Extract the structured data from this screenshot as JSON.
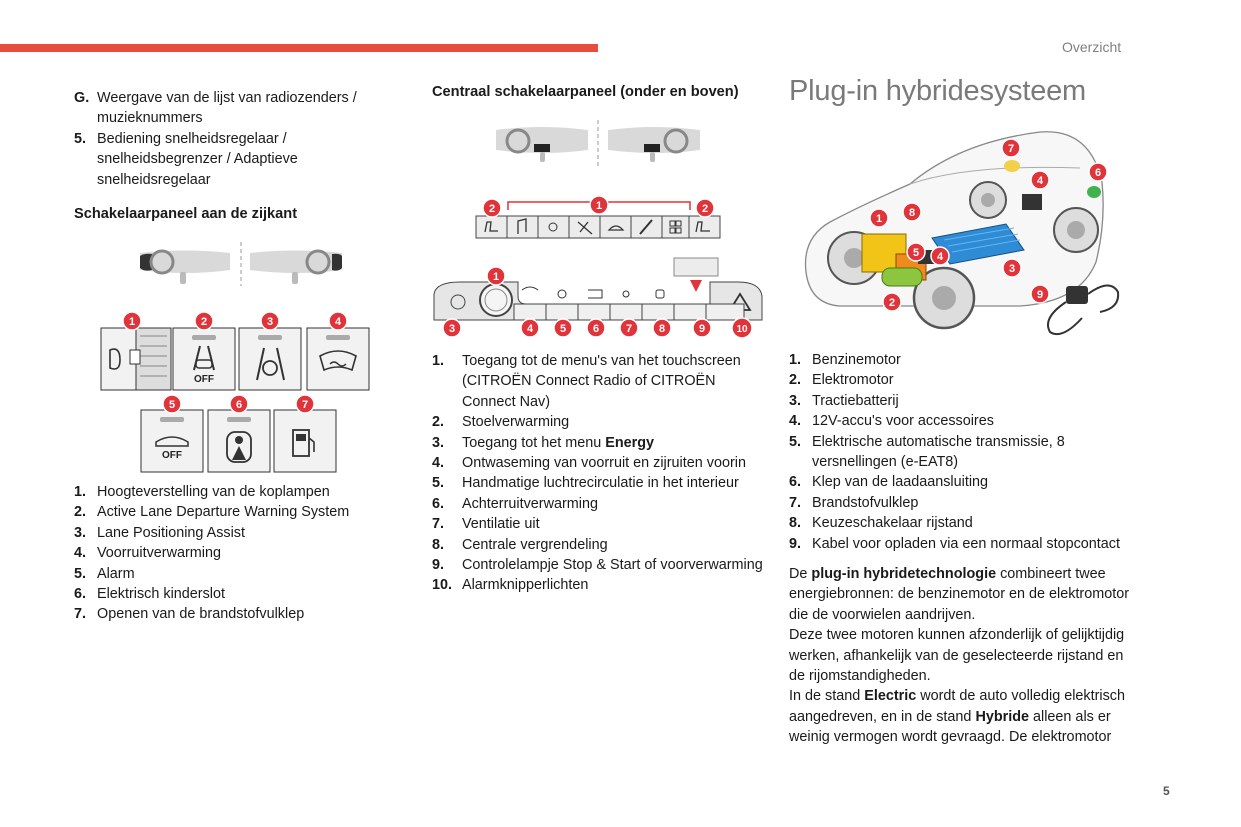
{
  "header": {
    "section": "Overzicht",
    "accent_color": "#e84c3d"
  },
  "page_number": "5",
  "col1": {
    "top_items": [
      {
        "num": "G.",
        "text": "Weergave van de lijst van radiozenders / muzieknummers"
      },
      {
        "num": "5.",
        "text": "Bediening snelheidsregelaar / snelheidsbegrenzer / Adaptieve snelheidsregelaar"
      }
    ],
    "heading": "Schakelaarpaneel aan de zijkant",
    "figure": {
      "badges": [
        "1",
        "2",
        "3",
        "4",
        "5",
        "6",
        "7"
      ],
      "off_label": "OFF"
    },
    "items": [
      {
        "num": "1.",
        "text": "Hoogteverstelling van de koplampen"
      },
      {
        "num": "2.",
        "text": "Active Lane Departure Warning System"
      },
      {
        "num": "3.",
        "text": "Lane Positioning Assist"
      },
      {
        "num": "4.",
        "text": "Voorruitverwarming"
      },
      {
        "num": "5.",
        "text": "Alarm"
      },
      {
        "num": "6.",
        "text": "Elektrisch kinderslot"
      },
      {
        "num": "7.",
        "text": "Openen van de brandstofvulklep"
      }
    ]
  },
  "col2": {
    "heading": "Centraal schakelaarpaneel (onder en boven)",
    "figure": {
      "top_badges": [
        "2",
        "1",
        "2"
      ],
      "bottom_badges": [
        "1",
        "3",
        "4",
        "5",
        "6",
        "7",
        "8",
        "9",
        "10"
      ]
    },
    "items": [
      {
        "num": "1.",
        "text": "Toegang tot de menu's van het touchscreen (CITROËN Connect Radio of CITROËN Connect Nav)"
      },
      {
        "num": "2.",
        "text": "Stoelverwarming"
      },
      {
        "num": "3.",
        "text": "Toegang tot het menu ",
        "bold": "Energy"
      },
      {
        "num": "4.",
        "text": "Ontwaseming van voorruit en zijruiten voorin"
      },
      {
        "num": "5.",
        "text": "Handmatige luchtrecirculatie in het interieur"
      },
      {
        "num": "6.",
        "text": "Achterruitverwarming"
      },
      {
        "num": "7.",
        "text": "Ventilatie uit"
      },
      {
        "num": "8.",
        "text": "Centrale vergrendeling"
      },
      {
        "num": "9.",
        "text": "Controlelampje Stop & Start of voorverwarming"
      },
      {
        "num": "10.",
        "text": "Alarmknipperlichten"
      }
    ]
  },
  "col3": {
    "title": "Plug-in hybridesysteem",
    "figure": {
      "badges": [
        "1",
        "2",
        "3",
        "4",
        "5",
        "6",
        "7",
        "8",
        "9"
      ]
    },
    "items": [
      {
        "num": "1.",
        "text": "Benzinemotor"
      },
      {
        "num": "2.",
        "text": "Elektromotor"
      },
      {
        "num": "3.",
        "text": "Tractiebatterij"
      },
      {
        "num": "4.",
        "text": "12V-accu's voor accessoires"
      },
      {
        "num": "5.",
        "text": "Elektrische automatische transmissie, 8 versnellingen (e-EAT8)"
      },
      {
        "num": "6.",
        "text": "Klep van de laadaansluiting"
      },
      {
        "num": "7.",
        "text": "Brandstofvulklep"
      },
      {
        "num": "8.",
        "text": "Keuzeschakelaar rijstand"
      },
      {
        "num": "9.",
        "text": "Kabel voor opladen via een normaal stopcontact"
      }
    ],
    "paragraph": {
      "p1_a": "De ",
      "p1_b": "plug-in hybridetechnologie",
      "p1_c": " combineert twee energiebronnen: de benzinemotor en de elektromotor die de voorwielen aandrijven.",
      "p2": "Deze twee motoren kunnen afzonderlijk of gelijktijdig werken, afhankelijk van de geselecteerde rijstand en de rijomstandigheden.",
      "p3_a": "In de stand ",
      "p3_b": "Electric",
      "p3_c": " wordt de auto volledig elektrisch aangedreven, en in de stand ",
      "p3_d": "Hybride",
      "p3_e": " alleen als er weinig vermogen wordt gevraagd. De elektromotor"
    }
  }
}
